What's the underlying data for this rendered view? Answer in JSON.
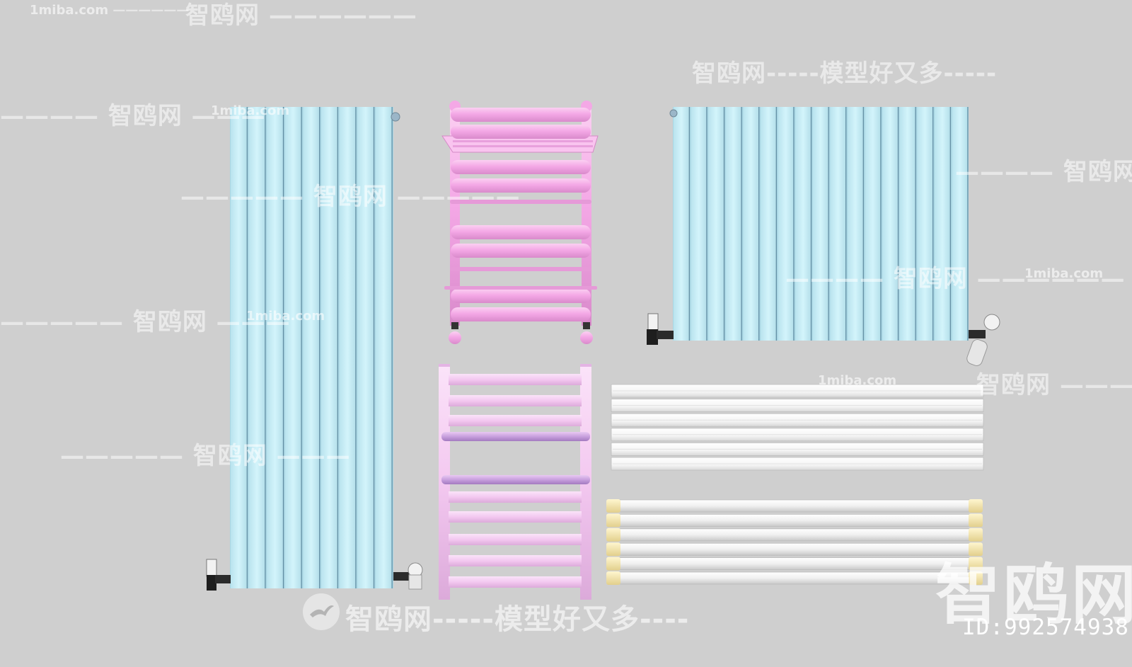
{
  "watermarks": {
    "site": "1miba.com",
    "brand": "智鸥网",
    "slogan": "智鸥网-----模型好又多----",
    "slogan_top": "智鸥网-----模型好又多-----",
    "big_brand": "智鸥网",
    "id_label": "ID:992574938"
  },
  "colors": {
    "background": "#cfcfcf",
    "radiator_blue": "#c8eef8",
    "towel_pink": "#f4a8e6",
    "towel_lilac": "#f3c8f0",
    "radiator_white": "#f6f6f6",
    "end_cap_yellow": "#f2e6b0"
  },
  "objects": [
    {
      "name": "tall-blue-column-radiator",
      "icon": "radiator-icon"
    },
    {
      "name": "pink-towel-rail-with-shelf",
      "icon": "towel-rail-icon"
    },
    {
      "name": "wide-blue-column-radiator",
      "icon": "radiator-icon"
    },
    {
      "name": "lilac-ladder-towel-rail",
      "icon": "towel-rail-icon"
    },
    {
      "name": "white-horizontal-flat-radiator",
      "icon": "radiator-icon"
    },
    {
      "name": "white-horizontal-tube-radiator",
      "icon": "radiator-icon"
    }
  ]
}
